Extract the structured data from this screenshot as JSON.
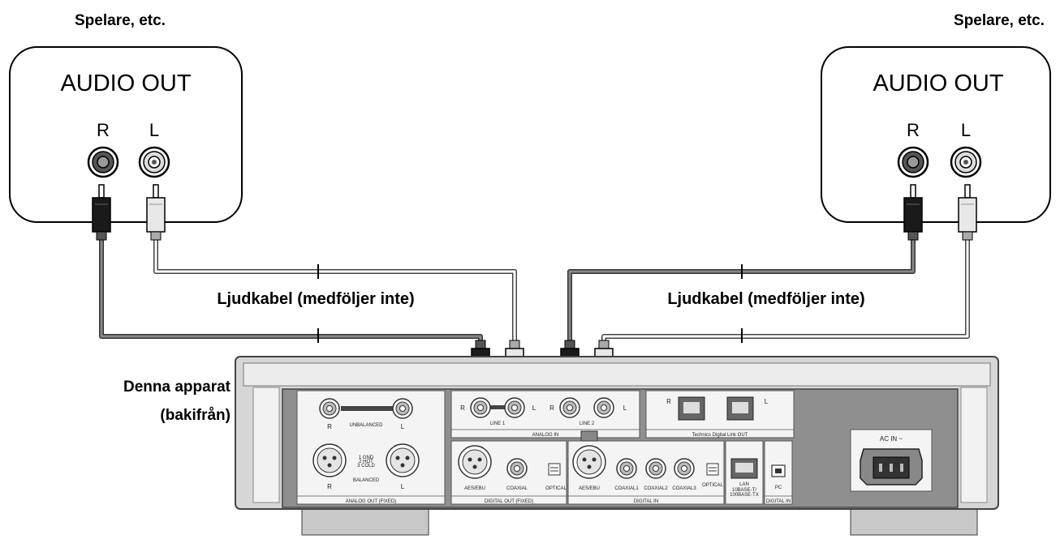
{
  "left_source": {
    "heading": "Spelare, etc.",
    "box_title": "AUDIO OUT",
    "jack_r_label": "R",
    "jack_l_label": "L"
  },
  "right_source": {
    "heading": "Spelare, etc.",
    "box_title": "AUDIO OUT",
    "jack_r_label": "R",
    "jack_l_label": "L"
  },
  "cables": {
    "left_label": "Ljudkabel (medföljer inte)",
    "right_label": "Ljudkabel (medföljer inte)"
  },
  "unit": {
    "caption_line1": "Denna apparat",
    "caption_line2": "(bakifrån)",
    "panel": {
      "unbalanced": "UNBALANCED",
      "balanced": "BALANCED",
      "balanced_pins": [
        "1 GND",
        "2 HOT",
        "3 COLD"
      ],
      "analog_out": "ANALOG OUT (FIXED)",
      "line1": "LINE 1",
      "line2": "LINE 2",
      "analog_in": "ANALOG IN",
      "technics_link": "Technics Digital Link OUT",
      "aes_ebu_out": "AES/EBU",
      "coaxial_out": "COAXIAL",
      "optical_out": "OPTICAL",
      "digital_out": "DIGITAL OUT (FIXED)",
      "aes_ebu_in": "AES/EBU",
      "coaxial1": "COAXIAL1",
      "coaxial2": "COAXIAL2",
      "coaxial3": "COAXIAL3",
      "optical_in": "OPTICAL",
      "digital_in": "DIGITAL IN",
      "lan": "LAN",
      "lan_spec1": "10BASE-T/",
      "lan_spec2": "100BASE-TX",
      "pc": "PC",
      "digital_in_short": "DIGITAL IN",
      "ac_in": "AC IN ~",
      "r_mark": "R",
      "l_mark": "L"
    }
  }
}
